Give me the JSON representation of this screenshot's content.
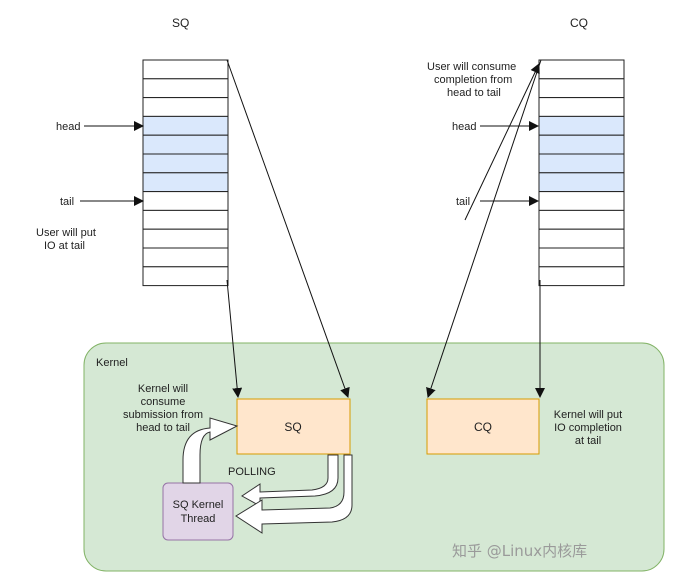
{
  "diagram": {
    "sq_ring_title": "SQ",
    "cq_ring_title": "CQ",
    "sq_head_label": "head",
    "sq_tail_label": "tail",
    "cq_head_label": "head",
    "cq_tail_label": "tail",
    "user_put_note": [
      "User will put",
      "IO at tail"
    ],
    "user_consume_note": [
      "User will consume",
      "completion from",
      "head to tail"
    ],
    "kernel_label": "Kernel",
    "kernel_consume_note": [
      "Kernel will",
      "consume",
      "submission from",
      "head to tail"
    ],
    "kernel_put_note": [
      "Kernel will put",
      "IO completion",
      "at tail"
    ],
    "kernel_sq_label": "SQ",
    "kernel_cq_label": "CQ",
    "polling_label": "POLLING",
    "thread_label": [
      "SQ Kernel",
      "Thread"
    ],
    "watermark": "知乎 @Linux内核库",
    "colors": {
      "kernel_bg": "#d5e8d4",
      "kernel_border": "#82b366",
      "queue_box_bg": "#ffe6cc",
      "queue_box_border": "#d79b00",
      "filled_slot": "#dae8fc",
      "thread_bg": "#e1d5e7",
      "thread_border": "#9673a6"
    }
  }
}
